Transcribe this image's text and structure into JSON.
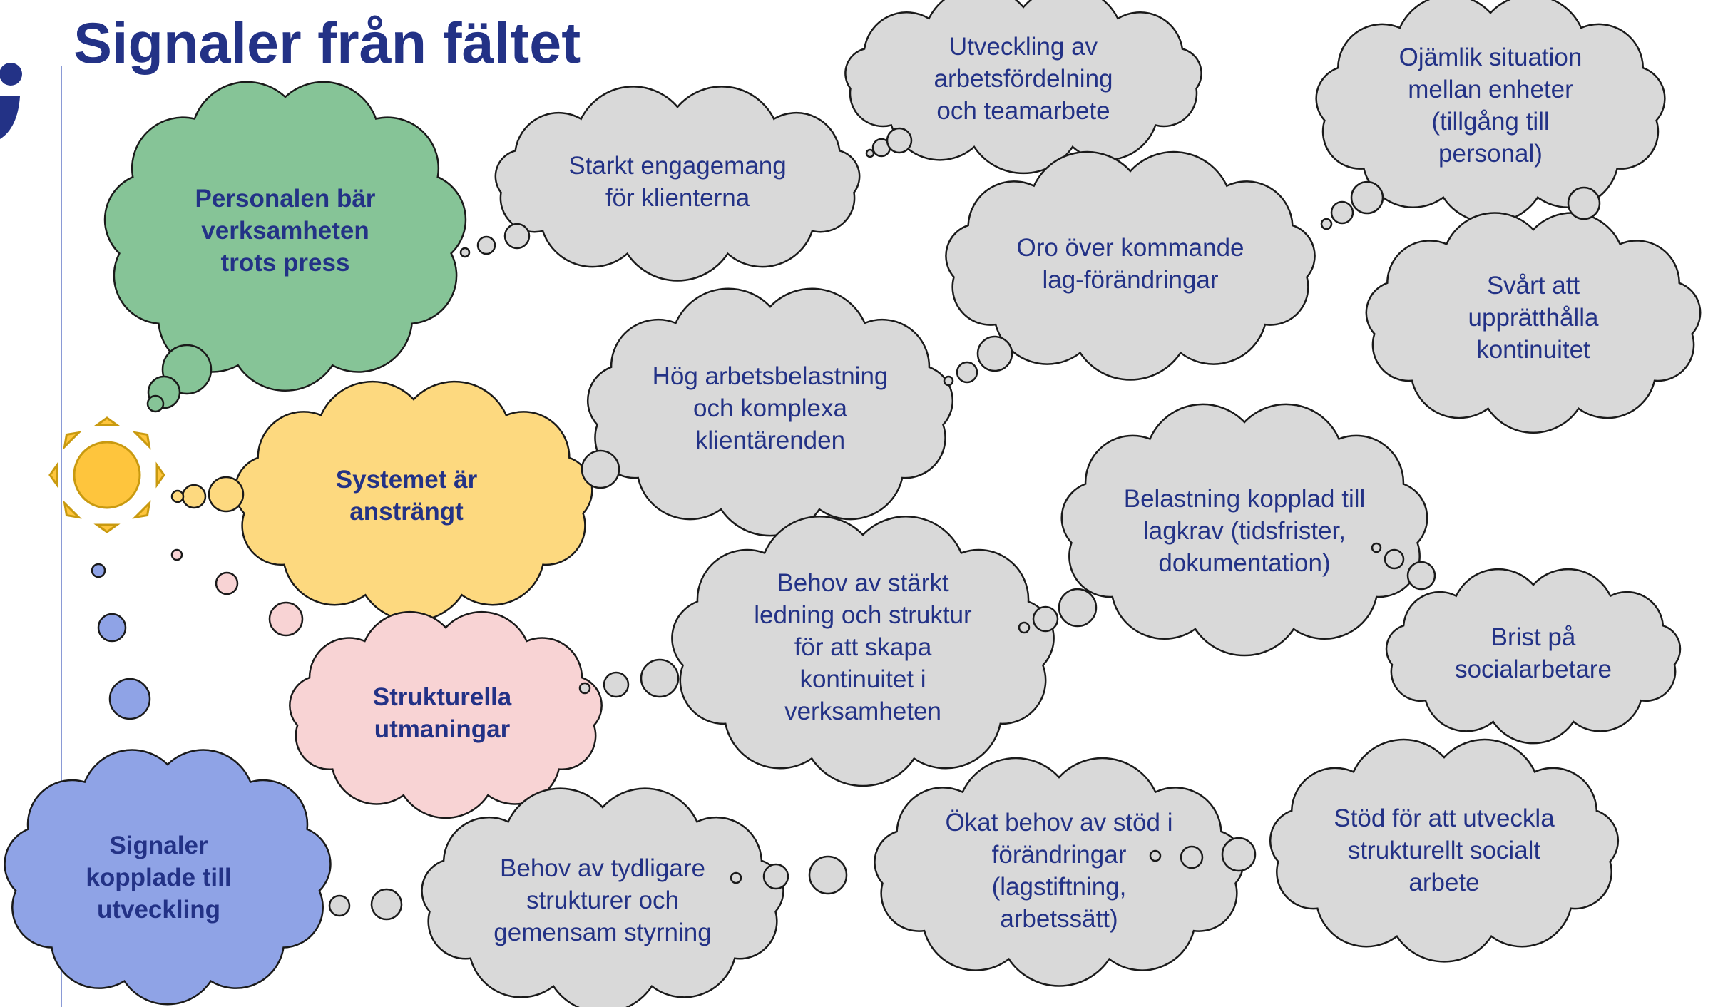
{
  "title": "Signaler från fältet",
  "colors": {
    "title": "#233286",
    "text": "#233286",
    "outline": "#1a1a1a",
    "green": "#86c497",
    "yellow": "#fdd97f",
    "pink": "#f8d3d4",
    "blue": "#8fa3e6",
    "gray": "#d9d9d9",
    "sun": "#fec53d"
  },
  "main_clouds": {
    "personalen": "Personalen bär verksamheten trots press",
    "systemet": "Systemet är ansträngt",
    "strukturella": "Strukturella utmaningar",
    "signaler": "Signaler kopplade till utveckling"
  },
  "thought_clouds": {
    "starkt_engagemang": "Starkt engagemang för klienterna",
    "utveckling_arbetsfordelning": "Utveckling av arbetsfördelning och teamarbete",
    "ojamlik_situation": "Ojämlik situation mellan enheter (tillgång till personal)",
    "oro_lagforandringar": "Oro över kommande lag-förändringar",
    "svart_kontinuitet": "Svårt att upprätthålla kontinuitet",
    "hog_arbetsbelastning": "Hög arbetsbelastning och komplexa klientärenden",
    "belastning_lagkrav": "Belastning kopplad till lagkrav (tidsfrister, dokumentation)",
    "brist_socialarbetare": "Brist på socialarbetare",
    "behov_ledning": "Behov av stärkt ledning och struktur för att skapa kontinuitet i verksamheten",
    "behov_tydligare": "Behov av tydligare strukturer och gemensam styrning",
    "okat_behov_stod": "Ökat behov av stöd i förändringar (lagstiftning, arbetssätt)",
    "stod_utveckla": "Stöd för att utveckla strukturellt socialt arbete"
  }
}
